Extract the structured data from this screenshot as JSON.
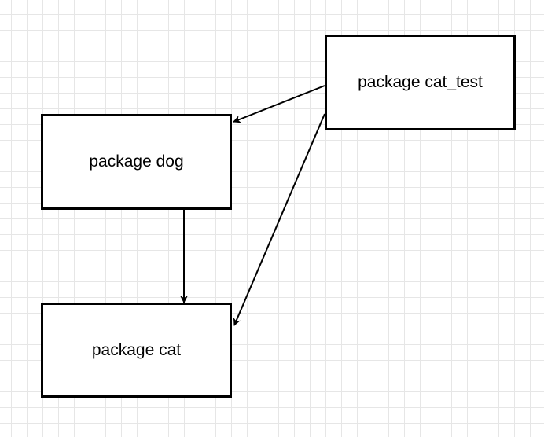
{
  "nodes": {
    "cat_test": {
      "label": "package cat_test"
    },
    "dog": {
      "label": "package dog"
    },
    "cat": {
      "label": "package cat"
    }
  },
  "edges": [
    {
      "from": "package cat_test",
      "to": "package dog"
    },
    {
      "from": "package cat_test",
      "to": "package cat"
    },
    {
      "from": "package dog",
      "to": "package cat"
    }
  ],
  "colors": {
    "stroke": "#000000",
    "grid": "#e6e6e6",
    "background": "#ffffff"
  }
}
